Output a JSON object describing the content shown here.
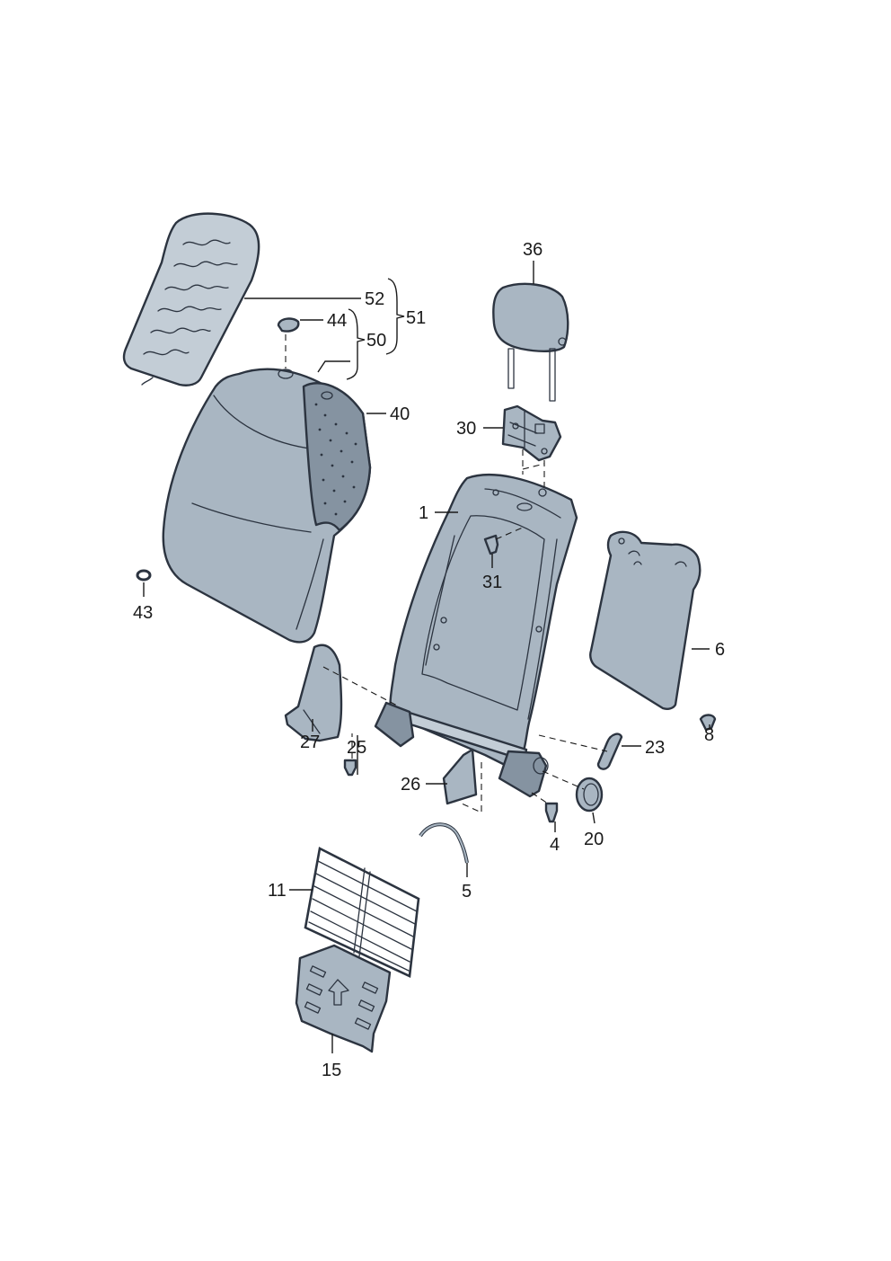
{
  "colors": {
    "part_fill": "#a9b6c2",
    "part_fill_light": "#c3cdd6",
    "part_fill_dark": "#8593a1",
    "outline": "#2c3440",
    "leader": "#1a1a1a",
    "background": "#ffffff"
  },
  "callouts": {
    "c1": "1",
    "c4": "4",
    "c5": "5",
    "c6": "6",
    "c8": "8",
    "c11": "11",
    "c15": "15",
    "c20": "20",
    "c23": "23",
    "c25": "25",
    "c26": "26",
    "c27": "27",
    "c30": "30",
    "c31": "31",
    "c36": "36",
    "c40": "40",
    "c43": "43",
    "c44": "44",
    "c50": "50",
    "c51": "51",
    "c52": "52"
  }
}
